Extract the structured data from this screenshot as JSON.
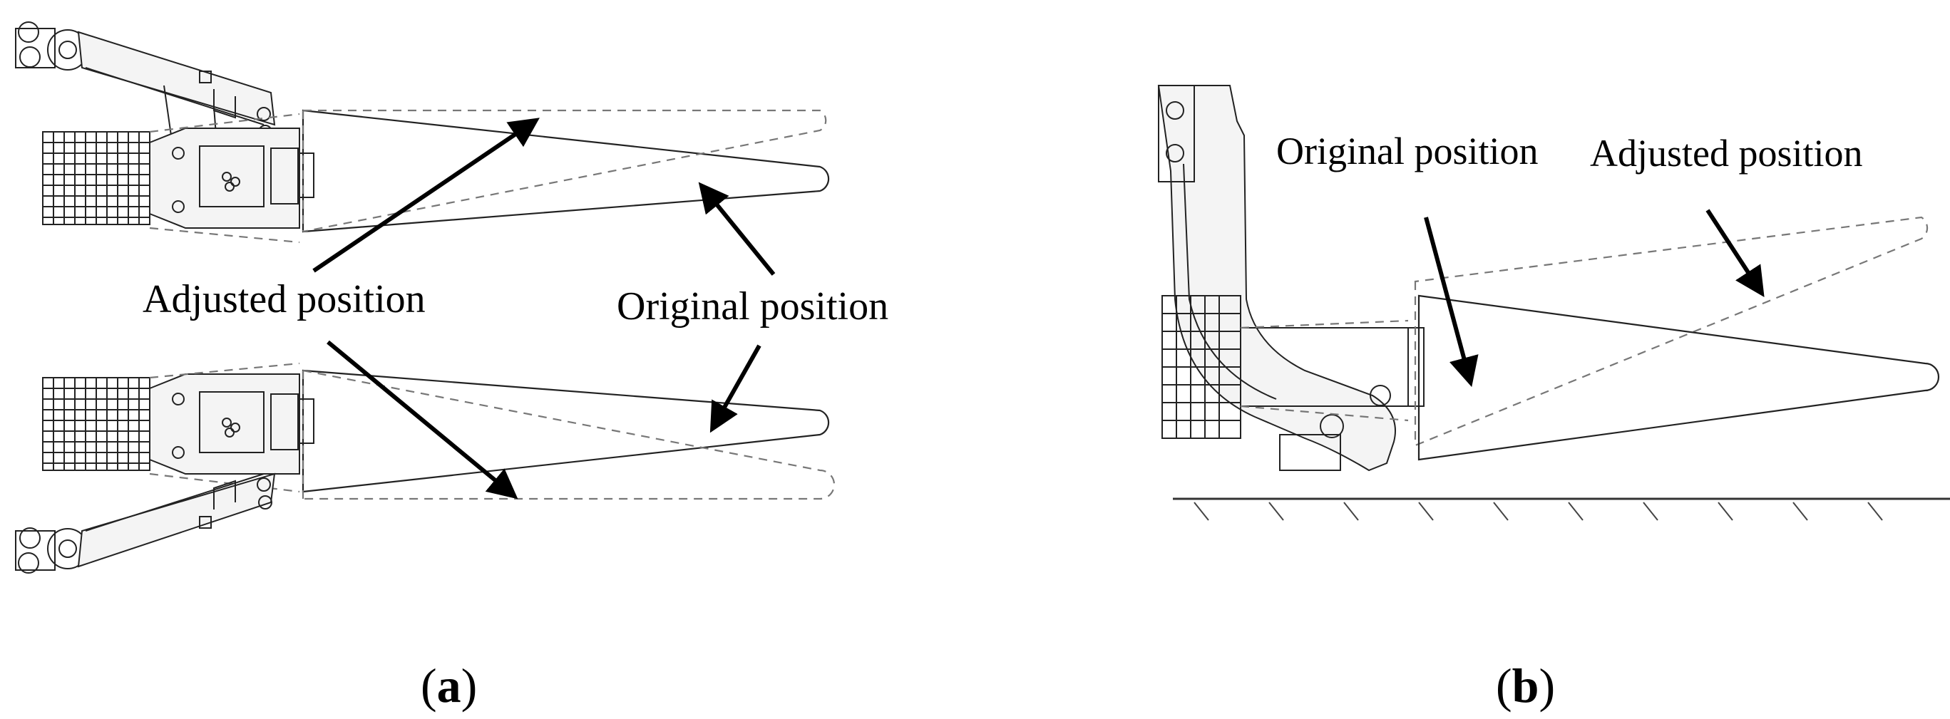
{
  "panel_a": {
    "label_adjusted": "Adjusted position",
    "label_original": "Original position",
    "caption_open": "(",
    "caption_letter": "a",
    "caption_close": ")"
  },
  "panel_b": {
    "label_original": "Original position",
    "label_adjusted": "Adjusted position",
    "caption_open": "(",
    "caption_letter": "b",
    "caption_close": ")"
  }
}
